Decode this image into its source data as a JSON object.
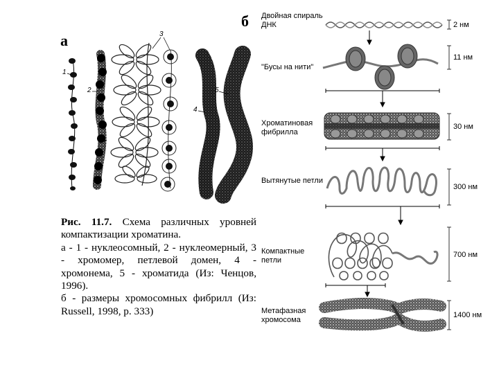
{
  "panel_a": {
    "letter": "а",
    "structure_labels": [
      "1",
      "2",
      "3",
      "4",
      "5"
    ]
  },
  "panel_b": {
    "letter": "б",
    "levels": [
      {
        "label": "Двойная спираль ДНК",
        "size": "2 нм"
      },
      {
        "label": "\"Бусы на нити\"",
        "size": "11 нм"
      },
      {
        "label": "Хроматиновая фибрилла",
        "size": "30 нм"
      },
      {
        "label": "Вытянутые петли",
        "size": "300 нм"
      },
      {
        "label": "Компактные петли",
        "size": "700 нм"
      },
      {
        "label": "Метафазная хромосома",
        "size": "1400 нм"
      }
    ]
  },
  "caption": {
    "figure_number": "Рис. 11.7.",
    "title": "Схема различных уровней компактизации хроматина.",
    "line_a": "а - 1 - нуклеосомный, 2 - нуклеомерный, 3 - хромомер, петлевой домен, 4 - хромонема, 5 - хроматида (Из: Ченцов, 1996).",
    "line_b": "б - размеры хромосомных фибрилл (Из: Russell, 1998, p. 333)"
  }
}
